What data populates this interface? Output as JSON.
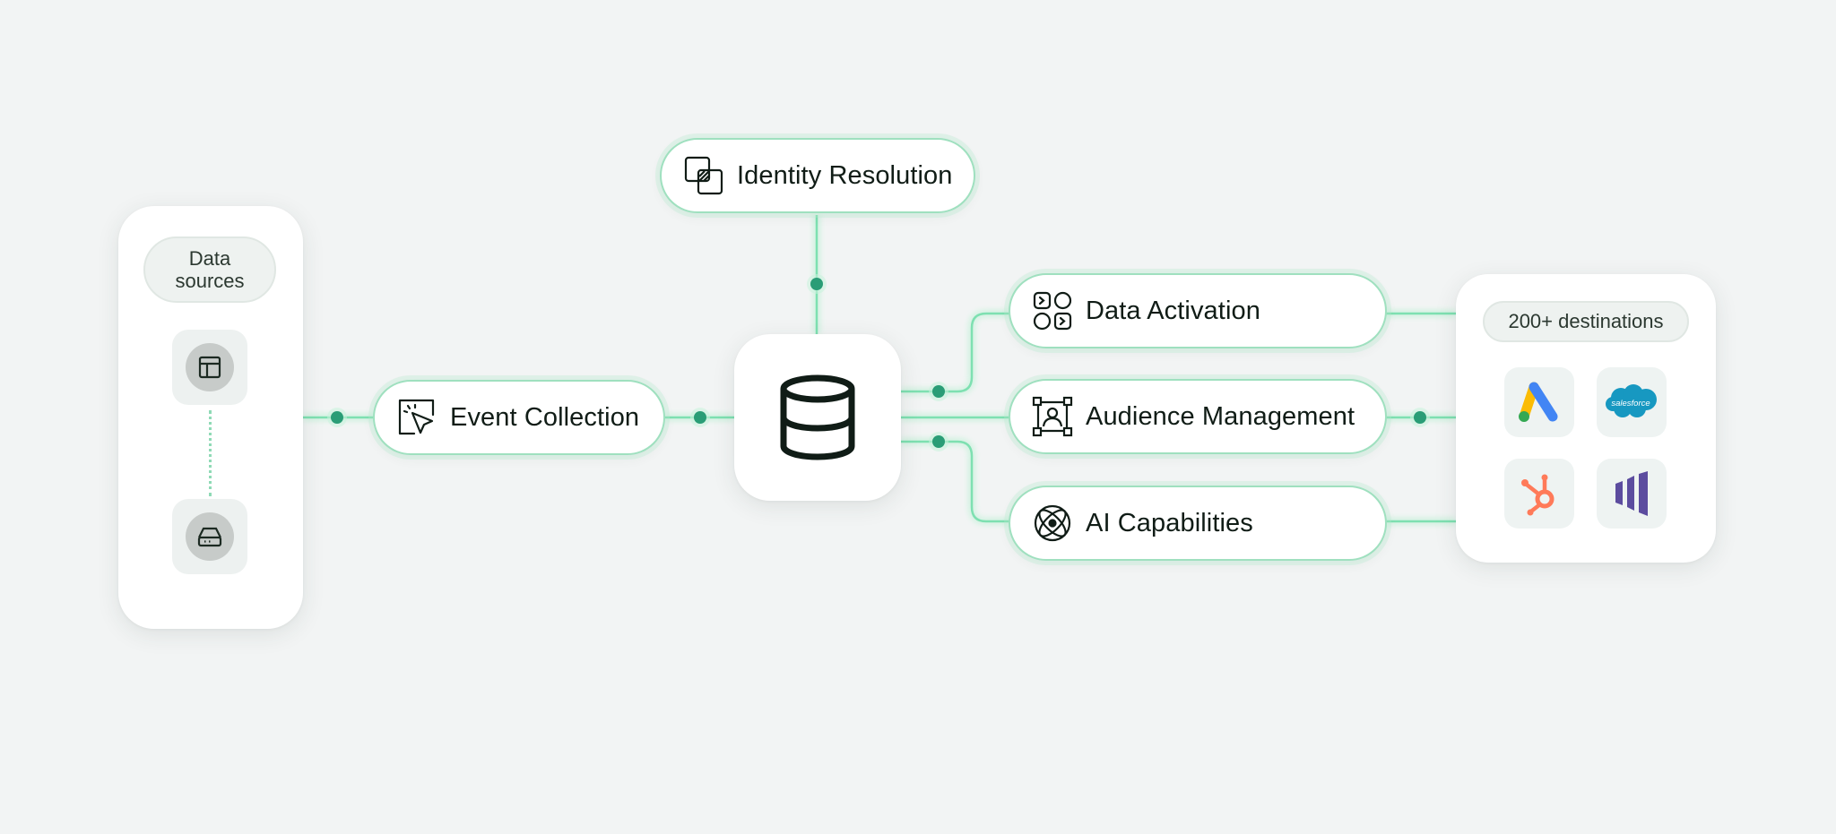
{
  "sources": {
    "label": "Data\nsources",
    "items": [
      {
        "icon": "layout-table-icon"
      },
      {
        "icon": "server-drive-icon"
      }
    ]
  },
  "hub": {
    "icon": "database-icon"
  },
  "nodes": {
    "event_collection": {
      "label": "Event Collection",
      "icon": "cursor-click-icon"
    },
    "identity_resolution": {
      "label": "Identity Resolution",
      "icon": "overlapping-squares-icon"
    },
    "data_activation": {
      "label": "Data Activation",
      "icon": "activation-grid-icon"
    },
    "audience_management": {
      "label": "Audience Management",
      "icon": "audience-frame-icon"
    },
    "ai_capabilities": {
      "label": "AI Capabilities",
      "icon": "atom-icon"
    }
  },
  "destinations": {
    "label": "200+ destinations",
    "logos": [
      {
        "name": "google-ads-logo"
      },
      {
        "name": "salesforce-logo",
        "text": "salesforce"
      },
      {
        "name": "hubspot-logo"
      },
      {
        "name": "marketo-logo"
      }
    ]
  },
  "colors": {
    "connector": "#7ee0b1",
    "dot": "#2a9d76",
    "pill_border": "#9fe0bf",
    "background": "#f2f4f4",
    "google_blue": "#4285f4",
    "google_yellow": "#fbbc04",
    "google_green": "#34a853",
    "salesforce": "#1798c1",
    "hubspot": "#ff7a59",
    "marketo": "#5c4c9f"
  }
}
